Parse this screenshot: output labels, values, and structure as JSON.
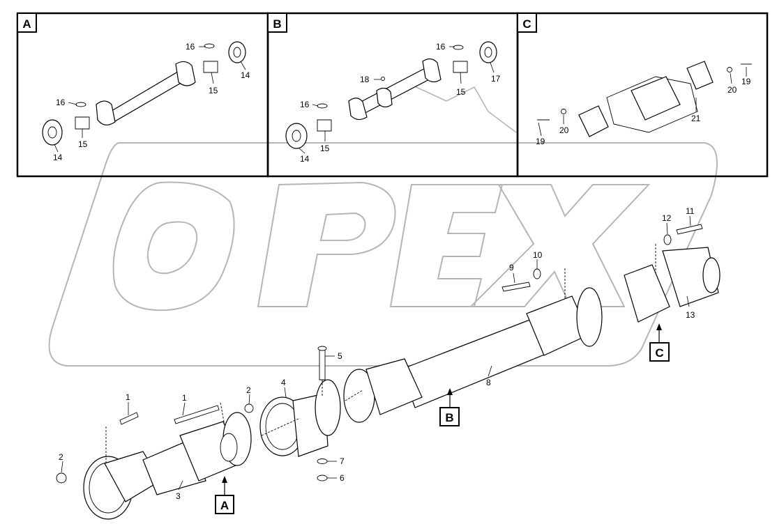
{
  "watermark": "OPEX",
  "corner_mark": "",
  "detail_panels": [
    {
      "label": "A"
    },
    {
      "label": "B"
    },
    {
      "label": "C"
    }
  ],
  "callouts_main": [
    "1",
    "1",
    "2",
    "2",
    "3",
    "4",
    "5",
    "6",
    "7",
    "8",
    "9",
    "10",
    "11",
    "12",
    "13"
  ],
  "section_markers": [
    "A",
    "B",
    "C"
  ],
  "panel_a_callouts": [
    "16",
    "15",
    "14",
    "16",
    "15",
    "14"
  ],
  "panel_b_callouts": [
    "16",
    "15",
    "17",
    "18",
    "16",
    "15",
    "14"
  ],
  "panel_c_callouts": [
    "19",
    "20",
    "21",
    "20",
    "19"
  ]
}
